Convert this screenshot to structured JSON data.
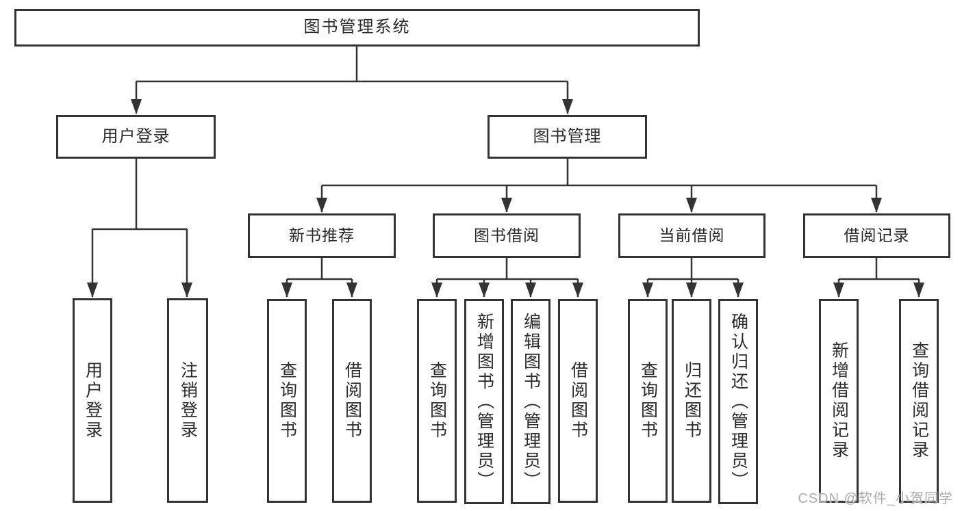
{
  "diagram": {
    "type": "hierarchy-tree",
    "root": {
      "label": "图书管理系统",
      "children": [
        {
          "label": "用户登录",
          "children": [
            {
              "label": "用户登录"
            },
            {
              "label": "注销登录"
            }
          ]
        },
        {
          "label": "图书管理",
          "children": [
            {
              "label": "新书推荐",
              "children": [
                {
                  "label": "查询图书"
                },
                {
                  "label": "借阅图书"
                }
              ]
            },
            {
              "label": "图书借阅",
              "children": [
                {
                  "label": "查询图书"
                },
                {
                  "label": "新增图书（管理员）"
                },
                {
                  "label": "编辑图书（管理员）"
                },
                {
                  "label": "借阅图书"
                }
              ]
            },
            {
              "label": "当前借阅",
              "children": [
                {
                  "label": "查询图书"
                },
                {
                  "label": "归还图书"
                },
                {
                  "label": "确认归还（管理员）"
                }
              ]
            },
            {
              "label": "借阅记录",
              "children": [
                {
                  "label": "新增借阅记录"
                },
                {
                  "label": "查询借阅记录"
                }
              ]
            }
          ]
        }
      ]
    }
  },
  "watermark": {
    "text": "CSDN @软件_小贺同学"
  },
  "colors": {
    "line": "#333333",
    "text": "#2b2b2b",
    "background": "#ffffff",
    "watermark": "#a5a5a5"
  }
}
